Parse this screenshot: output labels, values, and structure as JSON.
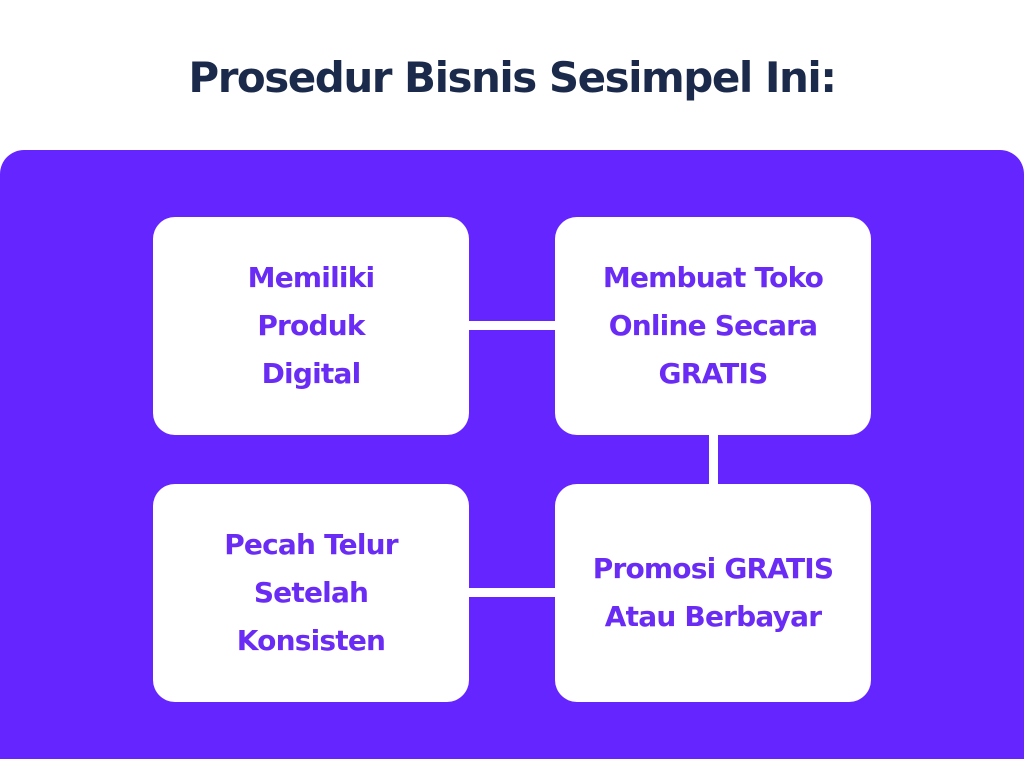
{
  "title": "Prosedur Bisnis Sesimpel Ini:",
  "colors": {
    "panel": "#6525ff",
    "card": "#ffffff",
    "card_text": "#6a2cf5",
    "title": "#1b2a4a"
  },
  "steps": [
    {
      "label": "Memiliki Produk Digital"
    },
    {
      "label": "Membuat Toko Online Secara GRATIS"
    },
    {
      "label": "Pecah Telur Setelah Konsisten"
    },
    {
      "label": "Promosi GRATIS Atau Berbayar"
    }
  ]
}
